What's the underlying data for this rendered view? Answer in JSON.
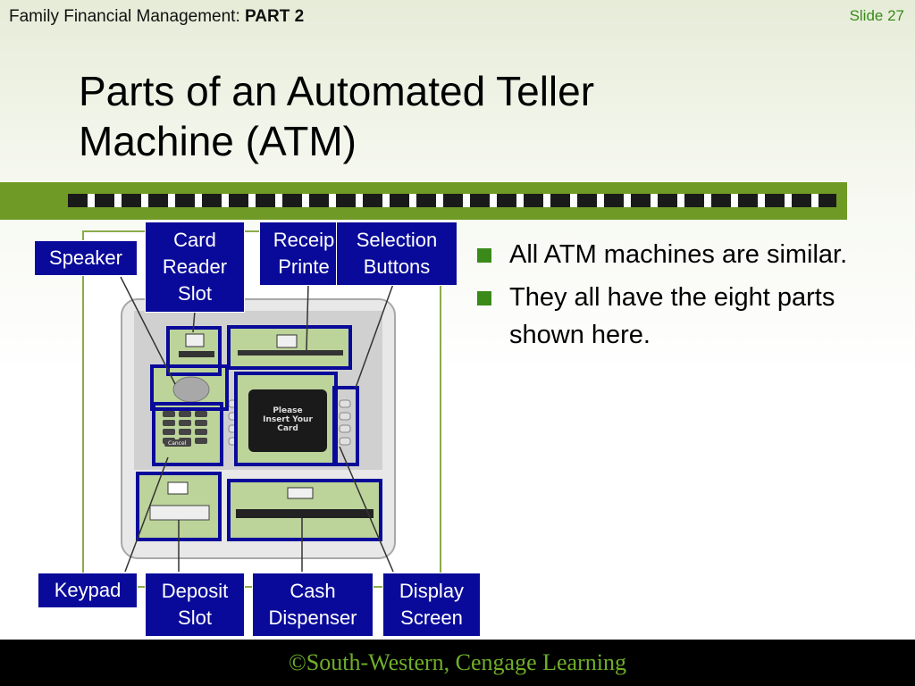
{
  "header": {
    "course": "Family Financial Management: ",
    "part": "PART 2",
    "slide": "Slide 27"
  },
  "title": "Parts of an Automated Teller Machine (ATM)",
  "diagram": {
    "screen_text": [
      "Please",
      "Insert Your",
      "Card"
    ],
    "cancel_key": "Cancel",
    "labels": {
      "speaker": "Speaker",
      "card_reader_slot": [
        "Card",
        "Reader",
        "Slot"
      ],
      "receipt_printer": [
        "Receip",
        "Printe"
      ],
      "selection_buttons": [
        "Selection",
        "Buttons"
      ],
      "keypad": "Keypad",
      "deposit_slot": [
        "Deposit",
        "Slot"
      ],
      "cash_dispenser": [
        "Cash",
        "Dispenser"
      ],
      "display_screen": [
        "Display",
        "Screen"
      ]
    },
    "colors": {
      "label_bg": "#0a0a9a",
      "machine_panel": "#bcd39a",
      "highlight_border": "#0a0a9a"
    }
  },
  "bullets": [
    "All ATM machines are similar.",
    "They all have the eight parts shown here."
  ],
  "footer": "©South-Western, Cengage Learning"
}
